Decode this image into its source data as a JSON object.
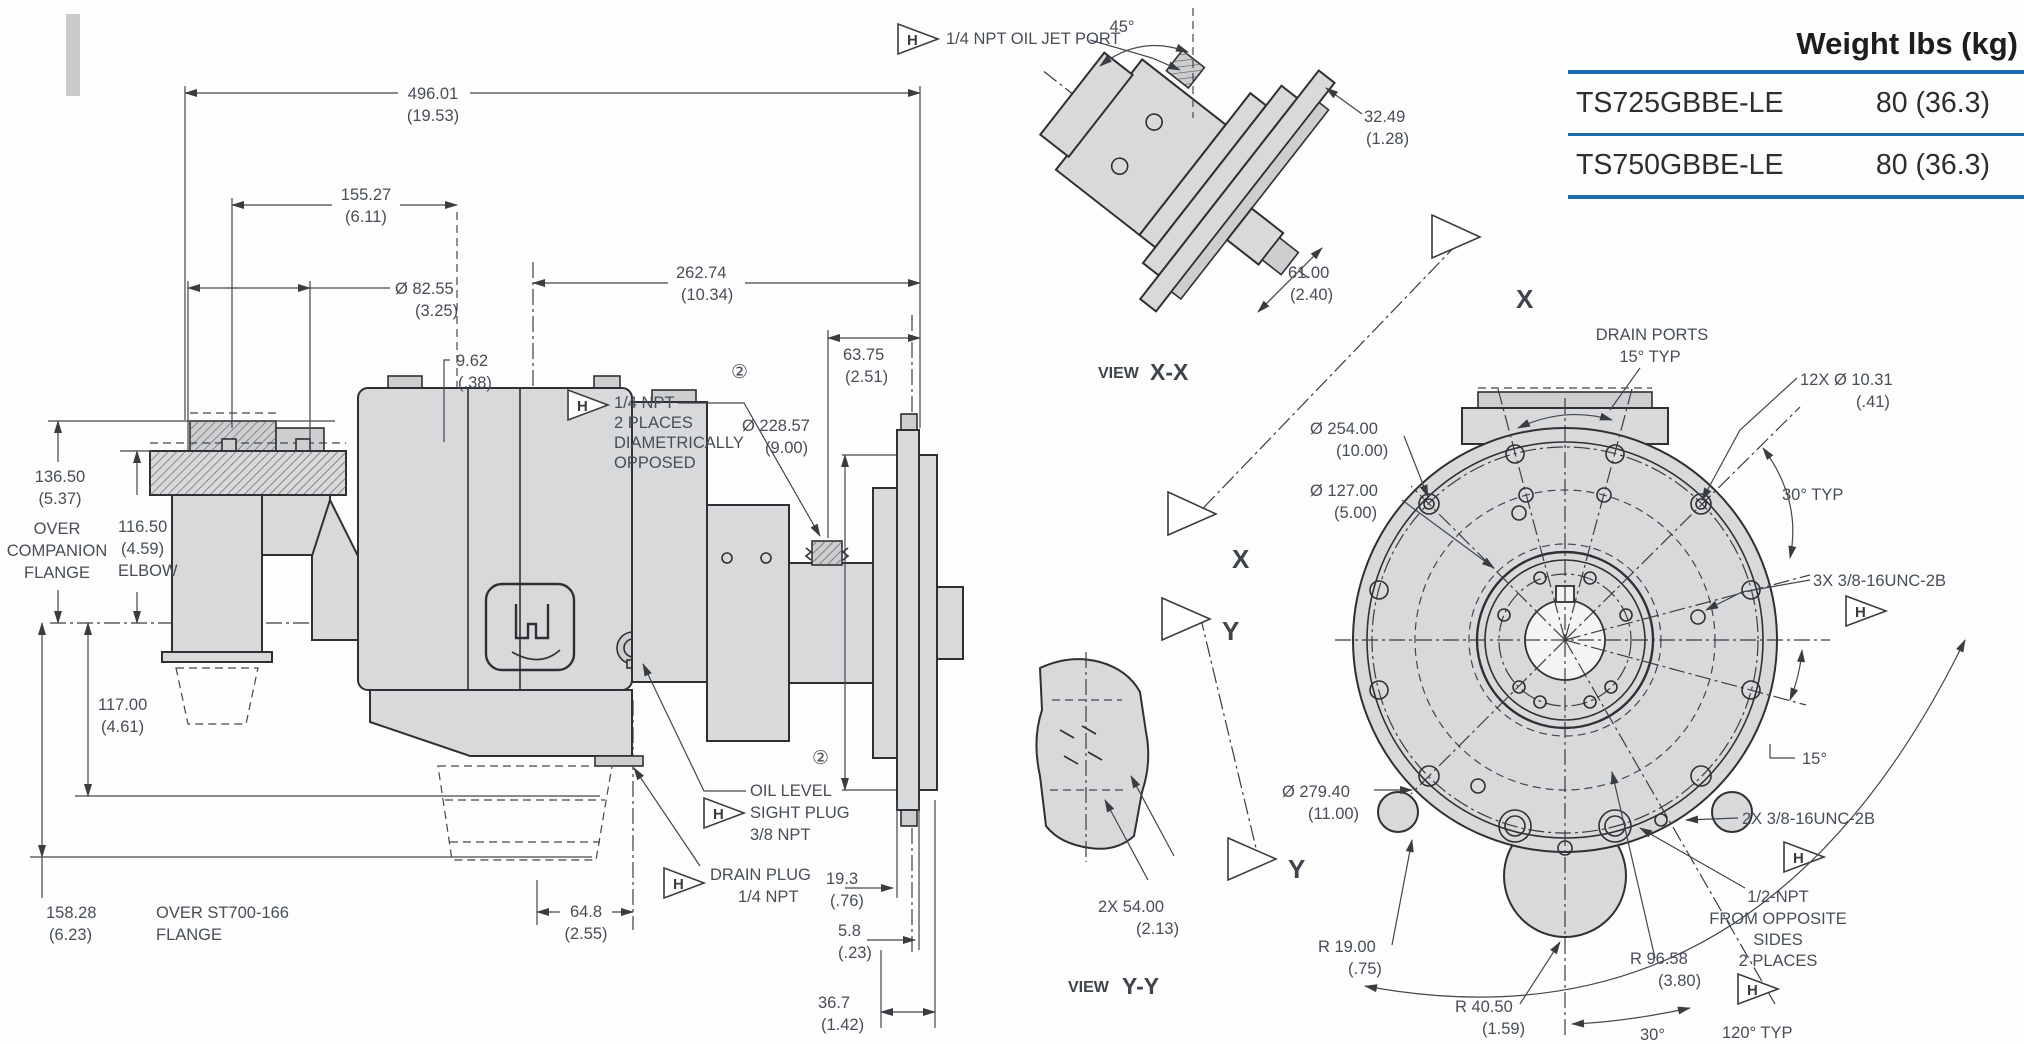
{
  "sym": {
    "h": "H",
    "note": "②"
  },
  "table": {
    "title": "Weight lbs (kg)",
    "rows": [
      {
        "model": "TS725GBBE-LE",
        "weight": "80 (36.3)"
      },
      {
        "model": "TS750GBBE-LE",
        "weight": "80 (36.3)"
      }
    ]
  },
  "side": {
    "overall": [
      "496.01",
      "(19.53)"
    ],
    "upper": [
      "155.27",
      "(6.11)"
    ],
    "pipe": [
      "Ø 82.55",
      "(3.25)"
    ],
    "offset": [
      "9.62",
      "(.38)"
    ],
    "mid": [
      "262.74",
      "(10.34)"
    ],
    "port_off": [
      "63.75",
      "(2.51)"
    ],
    "over_comp": [
      "136.50",
      "(5.37)",
      "OVER",
      "COMPANION",
      "FLANGE"
    ],
    "elbow": [
      "116.50",
      "(4.59)",
      "ELBOW"
    ],
    "below": [
      "117.00",
      "(4.61)"
    ],
    "st700": [
      "158.28",
      "(6.23)",
      "OVER ST700-166",
      "FLANGE"
    ],
    "sump": [
      "64.8",
      "(2.55)"
    ],
    "flange_dia": [
      "Ø  228.57",
      "(9.00)"
    ],
    "gap1": [
      "19.3",
      "(.76)"
    ],
    "gap2": [
      "5.8",
      "(.23)"
    ],
    "gap3": [
      "36.7",
      "(1.42)"
    ],
    "npt": [
      "1/4 NPT",
      "2 PLACES",
      "DIAMETRICALLY",
      "OPPOSED"
    ],
    "oil": [
      "OIL LEVEL",
      "SIGHT PLUG",
      "3/8 NPT"
    ],
    "drain": [
      "DRAIN PLUG",
      "1/4 NPT"
    ]
  },
  "xx": {
    "title": [
      "VIEW",
      "X-X"
    ],
    "jet": "1/4 NPT OIL JET PORT",
    "a45": "45°",
    "d1": [
      "32.49",
      "(1.28)"
    ],
    "d2": [
      "61.00",
      "(2.40)"
    ]
  },
  "yy": {
    "title": [
      "VIEW",
      "Y-Y"
    ],
    "d1": [
      "2X  54.00",
      "(2.13)"
    ]
  },
  "end": {
    "drain_ports": [
      "DRAIN PORTS",
      "15° TYP"
    ],
    "holes": [
      "12X  Ø  10.31",
      "(.41)"
    ],
    "typ30": "30° TYP",
    "unc3": "3X 3/8-16UNC-2B",
    "a15": "15°",
    "unc2": "2X 3/8-16UNC-2B",
    "npt_half": [
      "1/2-NPT",
      "FROM OPPOSITE",
      "SIDES",
      "2 PLACES"
    ],
    "typ120": "120° TYP",
    "a30": "30°",
    "r19": [
      "R 19.00",
      "(.75)"
    ],
    "r40": [
      "R 40.50",
      "(1.59)"
    ],
    "r96": [
      "R 96.58",
      "(3.80)"
    ],
    "d254": [
      "Ø  254.00",
      "(10.00)"
    ],
    "d127": [
      "Ø  127.00",
      "(5.00)"
    ],
    "d279": [
      "Ø  279.40",
      "(11.00)"
    ],
    "x": "X",
    "y": "Y"
  }
}
